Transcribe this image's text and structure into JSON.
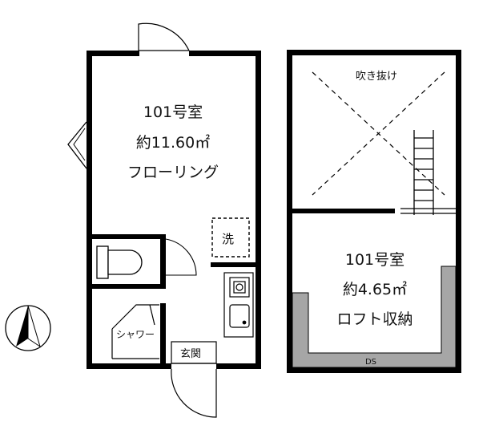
{
  "main_room": {
    "name": "101号室",
    "area": "約11.60㎡",
    "floor": "フローリング"
  },
  "loft": {
    "name": "101号室",
    "area": "約4.65㎡",
    "type": "ロフト収納"
  },
  "void_label": "吹き抜け",
  "washer_label": "洗",
  "shower_label": "シャワー",
  "entrance_label": "玄関",
  "ds_label": "DS",
  "colors": {
    "wall": "#000000",
    "ds_fill": "#a6a6a6",
    "background": "#ffffff"
  }
}
